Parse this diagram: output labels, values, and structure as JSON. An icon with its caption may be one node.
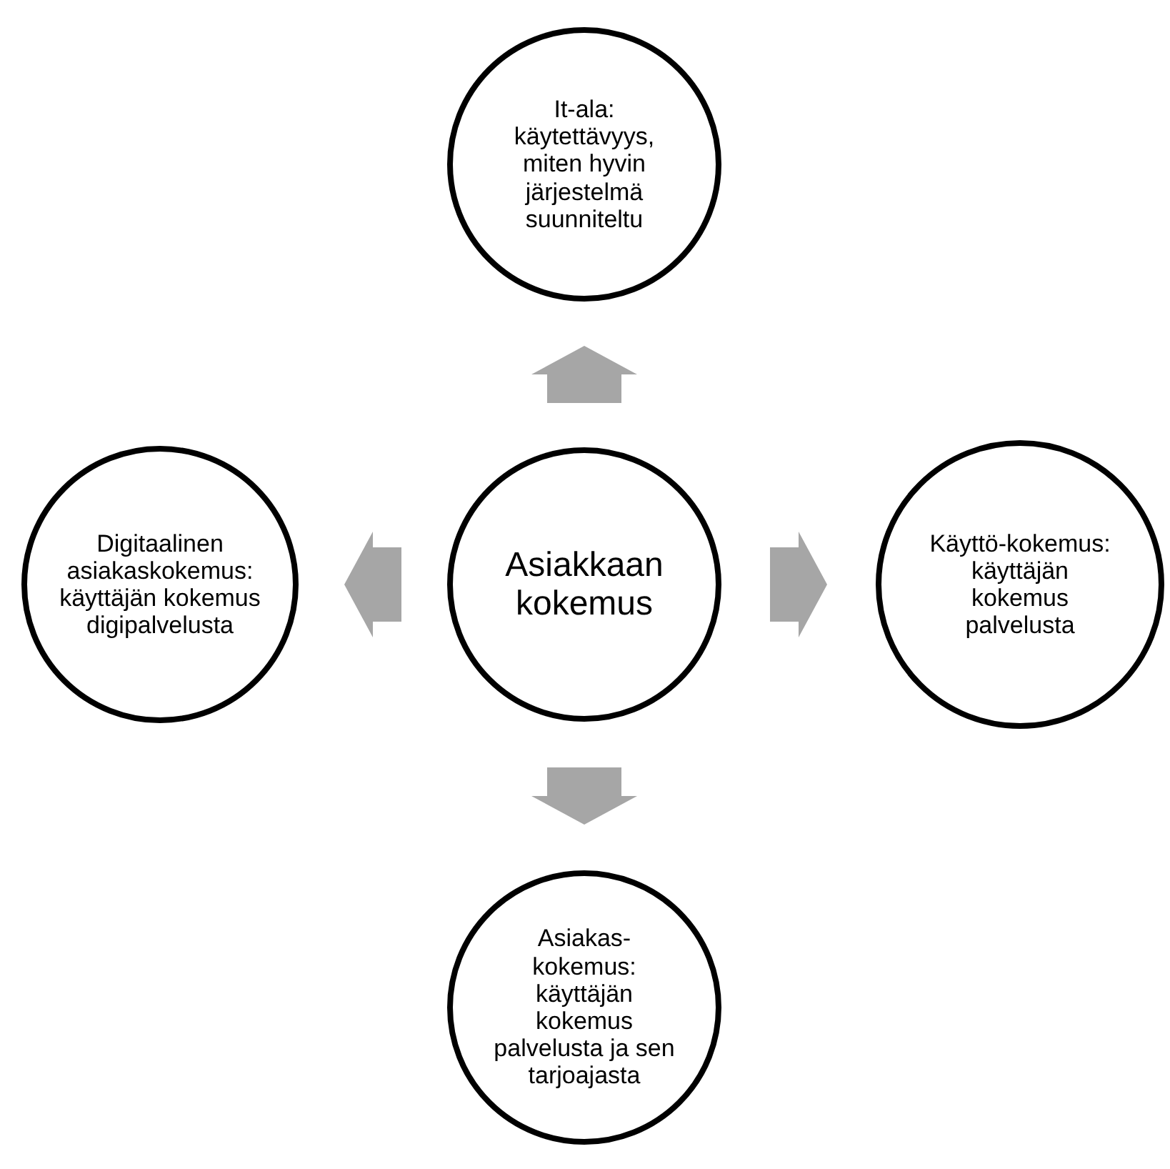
{
  "diagram": {
    "nodes": [
      {
        "text": [
          "It-ala: käytettävyys, miten hyvin järjestelmä suunniteltu"
        ]
      },
      {
        "text": [
          "Digitaalinen asiakaskokemus: käyttäjän kokemus digipalvelusta"
        ]
      },
      {
        "text": [
          "Asiakkaan kokemus"
        ]
      },
      {
        "text": [
          "Käyttö-kokemus: käyttäjän kokemus palvelusta"
        ]
      },
      {
        "text": [
          "Asiakas-kokemus: käyttäjän kokemus palvelusta ja sen tarjoajasta"
        ]
      }
    ],
    "edges": [
      {
        "from": 2,
        "to": 0,
        "arrow": "to"
      },
      {
        "from": 2,
        "to": 1,
        "arrow": "to"
      },
      {
        "from": 2,
        "to": 3,
        "arrow": "to"
      },
      {
        "from": 2,
        "to": 4,
        "arrow": "to"
      }
    ]
  }
}
